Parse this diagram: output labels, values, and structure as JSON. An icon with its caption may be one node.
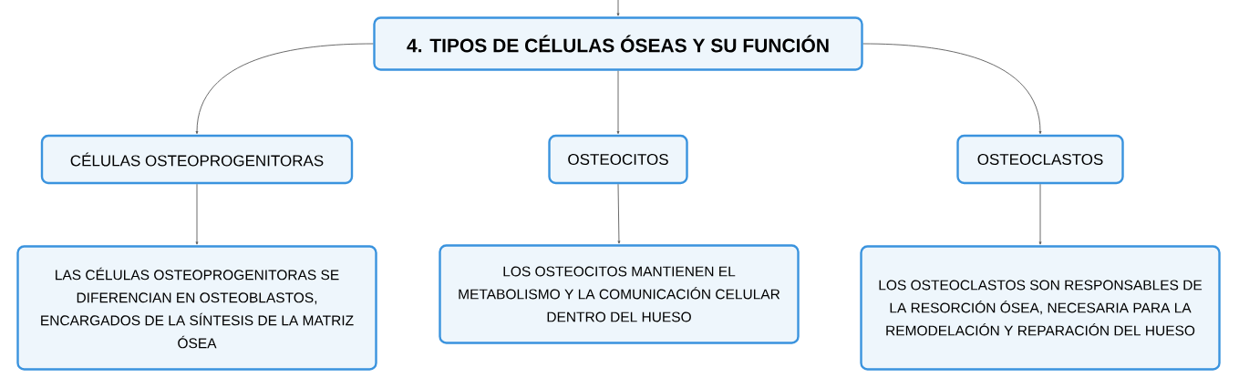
{
  "diagram": {
    "nodes": [
      {
        "text": [
          "4. TIPOS DE CÉLULAS ÓSEAS Y SU FUNCIÓN"
        ]
      },
      {
        "text": [
          "CÉLULAS OSTEOPROGENITORAS"
        ]
      },
      {
        "text": [
          "OSTEOCITOS"
        ]
      },
      {
        "text": [
          "OSTEOCLASTOS"
        ]
      },
      {
        "text": [
          "LAS CÉLULAS OSTEOPROGENITORAS SE DIFERENCIAN EN OSTEOBLASTOS, ENCARGADOS DE LA SÍNTESIS DE LA MATRIZ ÓSEA"
        ]
      },
      {
        "text": [
          "LOS OSTEOCITOS MANTIENEN EL METABOLISMO Y LA COMUNICACIÓN CELULAR DENTRO DEL HUESO"
        ]
      },
      {
        "text": [
          "LOS OSTEOCLASTOS SON RESPONSABLES DE LA RESORCIÓN ÓSEA, NECESARIA PARA LA REMODELACIÓN Y REPARACIÓN DEL HUESO"
        ]
      }
    ],
    "edges": [
      {
        "from": null,
        "to": 0,
        "arrow": "to"
      },
      {
        "from": 0,
        "to": 1,
        "arrow": "to"
      },
      {
        "from": 0,
        "to": 2,
        "arrow": "to"
      },
      {
        "from": 0,
        "to": 3,
        "arrow": "to"
      },
      {
        "from": 1,
        "to": 4,
        "arrow": "to"
      },
      {
        "from": 2,
        "to": 5,
        "arrow": "to"
      },
      {
        "from": 3,
        "to": 6,
        "arrow": "to"
      }
    ]
  }
}
